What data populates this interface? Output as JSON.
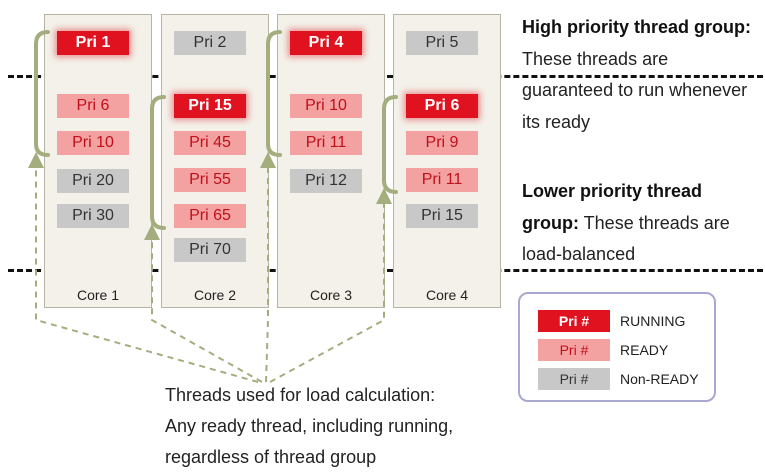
{
  "cores": [
    {
      "label": "Core 1",
      "threads": [
        {
          "label": "Pri 1",
          "state": "running"
        },
        {
          "label": "Pri 6",
          "state": "ready"
        },
        {
          "label": "Pri 10",
          "state": "ready"
        },
        {
          "label": "Pri 20",
          "state": "nonready"
        },
        {
          "label": "Pri 30",
          "state": "nonready"
        }
      ]
    },
    {
      "label": "Core 2",
      "threads": [
        {
          "label": "Pri 2",
          "state": "nonready"
        },
        {
          "label": "Pri 15",
          "state": "running"
        },
        {
          "label": "Pri 45",
          "state": "ready"
        },
        {
          "label": "Pri 55",
          "state": "ready"
        },
        {
          "label": "Pri 65",
          "state": "ready"
        },
        {
          "label": "Pri 70",
          "state": "nonready"
        }
      ]
    },
    {
      "label": "Core 3",
      "threads": [
        {
          "label": "Pri 4",
          "state": "running"
        },
        {
          "label": "Pri 10",
          "state": "ready"
        },
        {
          "label": "Pri 11",
          "state": "ready"
        },
        {
          "label": "Pri 12",
          "state": "nonready"
        }
      ]
    },
    {
      "label": "Core 4",
      "threads": [
        {
          "label": "Pri 5",
          "state": "nonready"
        },
        {
          "label": "Pri 6",
          "state": "running"
        },
        {
          "label": "Pri 9",
          "state": "ready"
        },
        {
          "label": "Pri 11",
          "state": "ready"
        },
        {
          "label": "Pri 15",
          "state": "nonready"
        }
      ]
    }
  ],
  "high_group": {
    "title": "High priority thread group:",
    "text": "These threads are guaranteed to run whenever its ready"
  },
  "low_group": {
    "title": "Lower priority thread group:",
    "text": "These threads are load-balanced"
  },
  "legend": [
    {
      "swatch": "Pri #",
      "label": "RUNNING",
      "state": "running"
    },
    {
      "swatch": "Pri #",
      "label": "READY",
      "state": "ready"
    },
    {
      "swatch": "Pri #",
      "label": "Non-READY",
      "state": "nonready"
    }
  ],
  "caption": {
    "line1": "Threads used for load calculation:",
    "line2": "Any ready thread, including running,",
    "line3": "regardless of thread group"
  },
  "colors": {
    "running": "#e0121f",
    "ready": "#f3a1a1",
    "nonready": "#c8c8c8",
    "bracket": "#a4ad7e"
  }
}
